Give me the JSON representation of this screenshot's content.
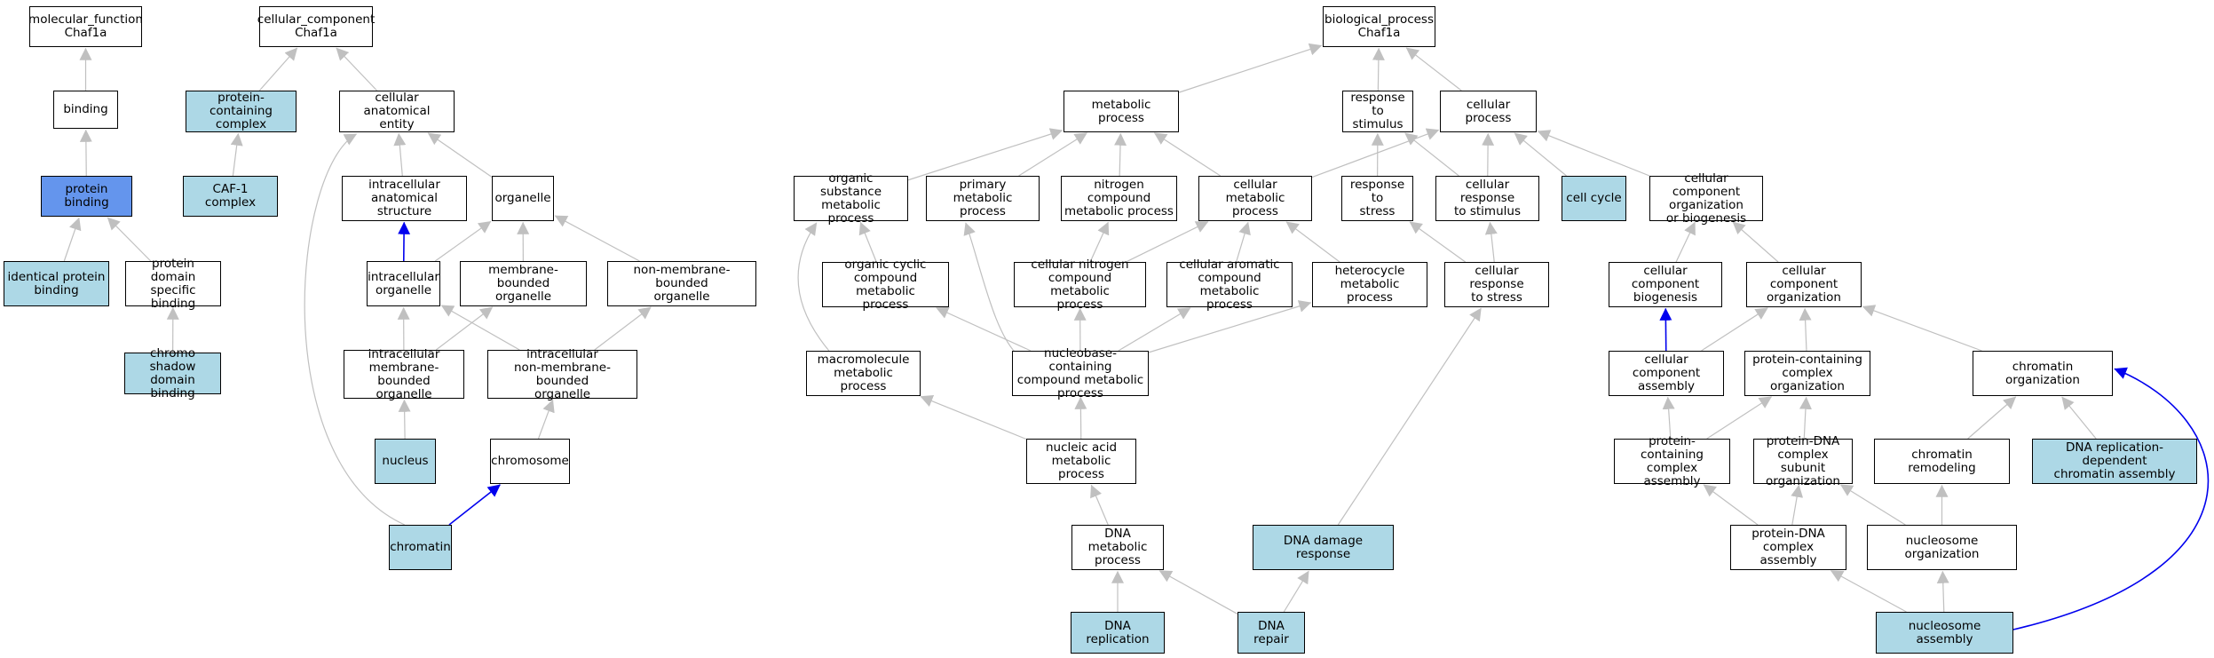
{
  "colors": {
    "node_default": "#ffffff",
    "node_highlight": "#add8e6",
    "node_strong": "#6495ed",
    "edge_default": "#c0c0c0",
    "edge_blue": "#0000ee"
  },
  "nodes": {
    "mf_root": {
      "label": "molecular_function\nChaf1a",
      "style": "plain"
    },
    "binding": {
      "label": "binding",
      "style": "plain"
    },
    "protein_binding": {
      "label": "protein binding",
      "style": "strong"
    },
    "identical_protein_binding": {
      "label": "identical protein\nbinding",
      "style": "light"
    },
    "protein_domain_binding": {
      "label": "protein domain\nspecific binding",
      "style": "plain"
    },
    "chromo_shadow": {
      "label": "chromo shadow\ndomain binding",
      "style": "light"
    },
    "cc_root": {
      "label": "cellular_component\nChaf1a",
      "style": "plain"
    },
    "protein_complex": {
      "label": "protein-containing\ncomplex",
      "style": "light"
    },
    "caf1": {
      "label": "CAF-1 complex",
      "style": "light"
    },
    "anat_entity": {
      "label": "cellular anatomical\nentity",
      "style": "plain"
    },
    "intra_anat": {
      "label": "intracellular\nanatomical structure",
      "style": "plain"
    },
    "organelle": {
      "label": "organelle",
      "style": "plain"
    },
    "intra_organelle": {
      "label": "intracellular\norganelle",
      "style": "plain"
    },
    "membrane_bounded": {
      "label": "membrane-bounded\norganelle",
      "style": "plain"
    },
    "non_membrane_bounded": {
      "label": "non-membrane-bounded\norganelle",
      "style": "plain"
    },
    "intra_membrane": {
      "label": "intracellular\nmembrane-bounded\norganelle",
      "style": "plain"
    },
    "intra_non_membrane": {
      "label": "intracellular\nnon-membrane-bounded\norganelle",
      "style": "plain"
    },
    "nucleus": {
      "label": "nucleus",
      "style": "light"
    },
    "chromosome": {
      "label": "chromosome",
      "style": "plain"
    },
    "chromatin": {
      "label": "chromatin",
      "style": "light"
    },
    "bp_root": {
      "label": "biological_process\nChaf1a",
      "style": "plain"
    },
    "metabolic": {
      "label": "metabolic process",
      "style": "plain"
    },
    "response_stimulus": {
      "label": "response to\nstimulus",
      "style": "plain"
    },
    "cellular_process": {
      "label": "cellular process",
      "style": "plain"
    },
    "organic_substance": {
      "label": "organic substance\nmetabolic process",
      "style": "plain"
    },
    "primary_metabolic": {
      "label": "primary metabolic\nprocess",
      "style": "plain"
    },
    "nitrogen_compound": {
      "label": "nitrogen compound\nmetabolic process",
      "style": "plain"
    },
    "cellular_metabolic": {
      "label": "cellular metabolic\nprocess",
      "style": "plain"
    },
    "response_stress": {
      "label": "response to\nstress",
      "style": "plain"
    },
    "cellular_response_stimulus": {
      "label": "cellular response\nto stimulus",
      "style": "plain"
    },
    "cell_cycle": {
      "label": "cell cycle",
      "style": "light"
    },
    "cc_org_biogenesis": {
      "label": "cellular component\norganization\nor biogenesis",
      "style": "plain"
    },
    "organic_cyclic": {
      "label": "organic cyclic\ncompound metabolic\nprocess",
      "style": "plain"
    },
    "cellular_nitrogen": {
      "label": "cellular nitrogen\ncompound metabolic\nprocess",
      "style": "plain"
    },
    "cellular_aromatic": {
      "label": "cellular aromatic\ncompound metabolic\nprocess",
      "style": "plain"
    },
    "heterocycle": {
      "label": "heterocycle\nmetabolic process",
      "style": "plain"
    },
    "cellular_response_stress": {
      "label": "cellular response\nto stress",
      "style": "plain"
    },
    "cc_biogenesis": {
      "label": "cellular component\nbiogenesis",
      "style": "plain"
    },
    "cc_organization": {
      "label": "cellular component\norganization",
      "style": "plain"
    },
    "macromolecule": {
      "label": "macromolecule\nmetabolic process",
      "style": "plain"
    },
    "nucleobase": {
      "label": "nucleobase-containing\ncompound metabolic\nprocess",
      "style": "plain"
    },
    "cc_assembly": {
      "label": "cellular component\nassembly",
      "style": "plain"
    },
    "pc_organization": {
      "label": "protein-containing\ncomplex organization",
      "style": "plain"
    },
    "chromatin_org": {
      "label": "chromatin organization",
      "style": "plain"
    },
    "nucleic_acid": {
      "label": "nucleic acid\nmetabolic process",
      "style": "plain"
    },
    "pc_assembly": {
      "label": "protein-containing\ncomplex assembly",
      "style": "plain"
    },
    "pdna_subunit": {
      "label": "protein-DNA\ncomplex subunit\norganization",
      "style": "plain"
    },
    "chromatin_remodeling": {
      "label": "chromatin remodeling",
      "style": "plain"
    },
    "dna_rep_dep_chromatin": {
      "label": "DNA replication-dependent\nchromatin assembly",
      "style": "light"
    },
    "dna_metabolic": {
      "label": "DNA metabolic\nprocess",
      "style": "plain"
    },
    "dna_damage": {
      "label": "DNA damage response",
      "style": "light"
    },
    "pdna_assembly": {
      "label": "protein-DNA\ncomplex assembly",
      "style": "plain"
    },
    "nucleosome_org": {
      "label": "nucleosome organization",
      "style": "plain"
    },
    "dna_replication": {
      "label": "DNA replication",
      "style": "light"
    },
    "dna_repair": {
      "label": "DNA repair",
      "style": "light"
    },
    "nucleosome_assembly": {
      "label": "nucleosome assembly",
      "style": "light"
    }
  },
  "edges": [
    {
      "from": "binding",
      "to": "mf_root",
      "kind": "is_a"
    },
    {
      "from": "protein_binding",
      "to": "binding",
      "kind": "is_a"
    },
    {
      "from": "identical_protein_binding",
      "to": "protein_binding",
      "kind": "is_a"
    },
    {
      "from": "protein_domain_binding",
      "to": "protein_binding",
      "kind": "is_a"
    },
    {
      "from": "chromo_shadow",
      "to": "protein_domain_binding",
      "kind": "is_a"
    },
    {
      "from": "protein_complex",
      "to": "cc_root",
      "kind": "is_a"
    },
    {
      "from": "anat_entity",
      "to": "cc_root",
      "kind": "is_a"
    },
    {
      "from": "caf1",
      "to": "protein_complex",
      "kind": "is_a"
    },
    {
      "from": "intra_anat",
      "to": "anat_entity",
      "kind": "is_a"
    },
    {
      "from": "organelle",
      "to": "anat_entity",
      "kind": "is_a"
    },
    {
      "from": "intra_organelle",
      "to": "intra_anat",
      "kind": "part_of"
    },
    {
      "from": "intra_organelle",
      "to": "organelle",
      "kind": "is_a"
    },
    {
      "from": "membrane_bounded",
      "to": "organelle",
      "kind": "is_a"
    },
    {
      "from": "non_membrane_bounded",
      "to": "organelle",
      "kind": "is_a"
    },
    {
      "from": "intra_membrane",
      "to": "intra_organelle",
      "kind": "is_a"
    },
    {
      "from": "intra_membrane",
      "to": "membrane_bounded",
      "kind": "is_a"
    },
    {
      "from": "intra_non_membrane",
      "to": "intra_organelle",
      "kind": "is_a"
    },
    {
      "from": "intra_non_membrane",
      "to": "non_membrane_bounded",
      "kind": "is_a"
    },
    {
      "from": "nucleus",
      "to": "intra_membrane",
      "kind": "is_a"
    },
    {
      "from": "chromosome",
      "to": "intra_non_membrane",
      "kind": "is_a"
    },
    {
      "from": "chromatin",
      "to": "chromosome",
      "kind": "part_of"
    },
    {
      "from": "chromatin",
      "to": "anat_entity",
      "kind": "is_a"
    },
    {
      "from": "metabolic",
      "to": "bp_root",
      "kind": "is_a"
    },
    {
      "from": "response_stimulus",
      "to": "bp_root",
      "kind": "is_a"
    },
    {
      "from": "cellular_process",
      "to": "bp_root",
      "kind": "is_a"
    },
    {
      "from": "organic_substance",
      "to": "metabolic",
      "kind": "is_a"
    },
    {
      "from": "primary_metabolic",
      "to": "metabolic",
      "kind": "is_a"
    },
    {
      "from": "nitrogen_compound",
      "to": "metabolic",
      "kind": "is_a"
    },
    {
      "from": "cellular_metabolic",
      "to": "metabolic",
      "kind": "is_a"
    },
    {
      "from": "cellular_metabolic",
      "to": "cellular_process",
      "kind": "is_a"
    },
    {
      "from": "response_stress",
      "to": "response_stimulus",
      "kind": "is_a"
    },
    {
      "from": "cellular_response_stimulus",
      "to": "response_stimulus",
      "kind": "is_a"
    },
    {
      "from": "cellular_response_stimulus",
      "to": "cellular_process",
      "kind": "is_a"
    },
    {
      "from": "cell_cycle",
      "to": "cellular_process",
      "kind": "is_a"
    },
    {
      "from": "cc_org_biogenesis",
      "to": "cellular_process",
      "kind": "is_a"
    },
    {
      "from": "organic_cyclic",
      "to": "organic_substance",
      "kind": "is_a"
    },
    {
      "from": "cellular_nitrogen",
      "to": "nitrogen_compound",
      "kind": "is_a"
    },
    {
      "from": "cellular_nitrogen",
      "to": "cellular_metabolic",
      "kind": "is_a"
    },
    {
      "from": "cellular_aromatic",
      "to": "cellular_metabolic",
      "kind": "is_a"
    },
    {
      "from": "heterocycle",
      "to": "cellular_metabolic",
      "kind": "is_a"
    },
    {
      "from": "cellular_response_stress",
      "to": "response_stress",
      "kind": "is_a"
    },
    {
      "from": "cellular_response_stress",
      "to": "cellular_response_stimulus",
      "kind": "is_a"
    },
    {
      "from": "cc_biogenesis",
      "to": "cc_org_biogenesis",
      "kind": "is_a"
    },
    {
      "from": "cc_organization",
      "to": "cc_org_biogenesis",
      "kind": "is_a"
    },
    {
      "from": "macromolecule",
      "to": "organic_substance",
      "kind": "is_a"
    },
    {
      "from": "nucleobase",
      "to": "organic_cyclic",
      "kind": "is_a"
    },
    {
      "from": "nucleobase",
      "to": "cellular_nitrogen",
      "kind": "is_a"
    },
    {
      "from": "nucleobase",
      "to": "cellular_aromatic",
      "kind": "is_a"
    },
    {
      "from": "nucleobase",
      "to": "heterocycle",
      "kind": "is_a"
    },
    {
      "from": "nucleobase",
      "to": "primary_metabolic",
      "kind": "is_a"
    },
    {
      "from": "cc_assembly",
      "to": "cc_biogenesis",
      "kind": "part_of"
    },
    {
      "from": "cc_assembly",
      "to": "cc_organization",
      "kind": "is_a"
    },
    {
      "from": "pc_organization",
      "to": "cc_organization",
      "kind": "is_a"
    },
    {
      "from": "chromatin_org",
      "to": "cc_organization",
      "kind": "is_a"
    },
    {
      "from": "nucleic_acid",
      "to": "macromolecule",
      "kind": "is_a"
    },
    {
      "from": "nucleic_acid",
      "to": "nucleobase",
      "kind": "is_a"
    },
    {
      "from": "pc_assembly",
      "to": "cc_assembly",
      "kind": "is_a"
    },
    {
      "from": "pc_assembly",
      "to": "pc_organization",
      "kind": "is_a"
    },
    {
      "from": "pdna_subunit",
      "to": "pc_organization",
      "kind": "is_a"
    },
    {
      "from": "chromatin_remodeling",
      "to": "chromatin_org",
      "kind": "is_a"
    },
    {
      "from": "dna_rep_dep_chromatin",
      "to": "chromatin_org",
      "kind": "is_a"
    },
    {
      "from": "dna_metabolic",
      "to": "nucleic_acid",
      "kind": "is_a"
    },
    {
      "from": "dna_damage",
      "to": "cellular_response_stress",
      "kind": "is_a"
    },
    {
      "from": "pdna_assembly",
      "to": "pc_assembly",
      "kind": "is_a"
    },
    {
      "from": "pdna_assembly",
      "to": "pdna_subunit",
      "kind": "is_a"
    },
    {
      "from": "nucleosome_org",
      "to": "pdna_subunit",
      "kind": "is_a"
    },
    {
      "from": "nucleosome_org",
      "to": "chromatin_remodeling",
      "kind": "is_a"
    },
    {
      "from": "dna_replication",
      "to": "dna_metabolic",
      "kind": "is_a"
    },
    {
      "from": "dna_repair",
      "to": "dna_metabolic",
      "kind": "is_a"
    },
    {
      "from": "dna_repair",
      "to": "dna_damage",
      "kind": "is_a"
    },
    {
      "from": "nucleosome_assembly",
      "to": "pdna_assembly",
      "kind": "is_a"
    },
    {
      "from": "nucleosome_assembly",
      "to": "nucleosome_org",
      "kind": "is_a"
    },
    {
      "from": "nucleosome_assembly",
      "to": "chromatin_org",
      "kind": "part_of"
    }
  ]
}
